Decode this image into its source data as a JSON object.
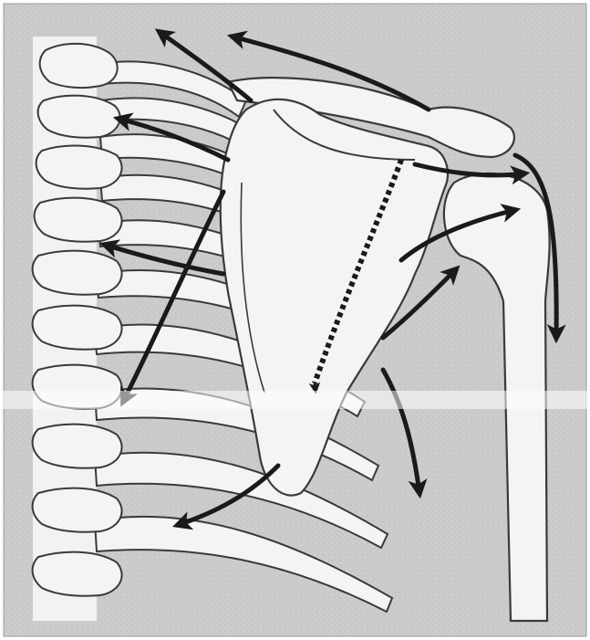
{
  "figure": {
    "colors": {
      "panel_bg": "#c9c9c9",
      "page_bg": "#ffffff",
      "bone_fill": "#f4f4f2",
      "outline": "#3a3a3a",
      "arrow": "#1a1a1a"
    },
    "elements": {
      "ribs": "rib-cage",
      "spine": "thoracic-vertebrae",
      "scapula": "scapula",
      "clavicle": "clavicle",
      "humerus": "humerus",
      "arrows": "muscle-force-arrows",
      "dotted_line": "scapular-axis-line"
    }
  }
}
